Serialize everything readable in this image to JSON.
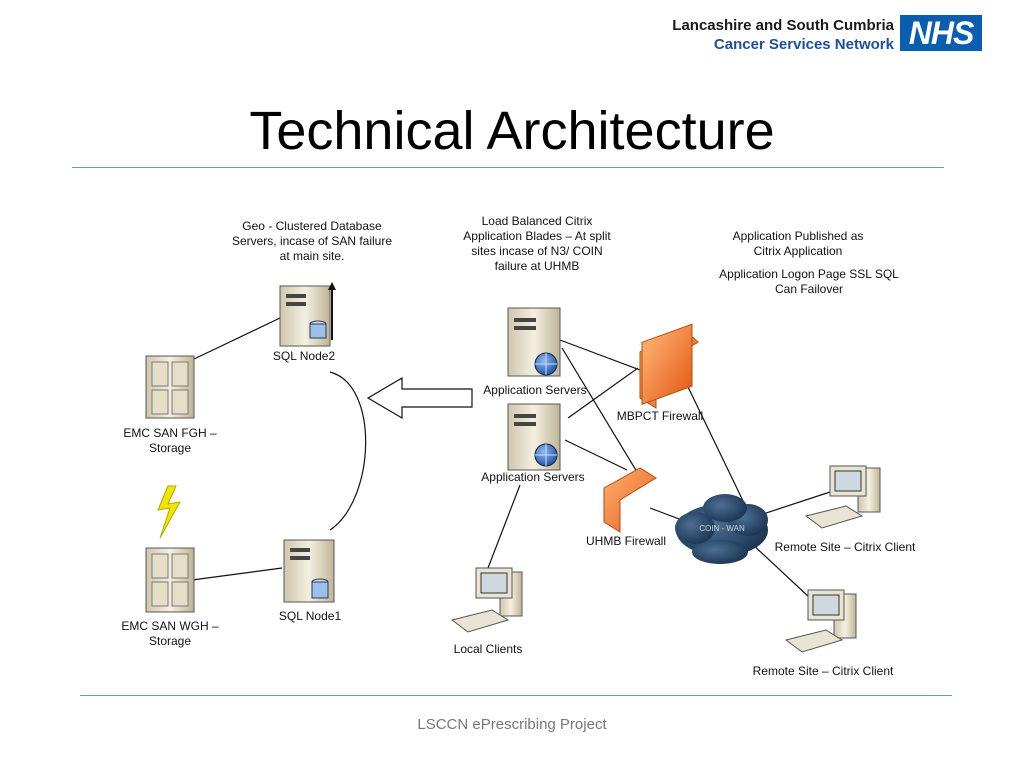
{
  "header": {
    "org_line1": "Lancashire and South Cumbria",
    "org_line2": "Cancer Services Network",
    "nhs_logo": "NHS"
  },
  "title": "Technical Architecture",
  "footer": "LSCCN ePrescribing Project",
  "notes": {
    "geo_cluster": "Geo - Clustered Database Servers, incase of SAN failure at main site.",
    "citrix_blades": "Load Balanced Citrix Application Blades – At split sites incase of N3/ COIN failure at UHMB",
    "published": "Application Published as Citrix Application",
    "logon": "Application Logon Page SSL SQL Can Failover"
  },
  "nodes": {
    "sql_node2": "SQL Node2",
    "sql_node1": "SQL Node1",
    "emc_fgh": "EMC SAN FGH – Storage",
    "emc_wgh": "EMC SAN WGH – Storage",
    "app_servers_top": "Application Servers",
    "app_servers_bottom": "Application Servers",
    "mbpct_firewall": "MBPCT Firewall",
    "uhmb_firewall": "UHMB Firewall",
    "coin_wan": "COIN - WAN",
    "remote_site_1": "Remote Site – Citrix Client",
    "remote_site_2": "Remote Site – Citrix Client",
    "local_clients": "Local Clients"
  },
  "colors": {
    "nhs_blue": "#0a5eb0",
    "network_blue": "#1f4e9c",
    "rule": "#6e98c0",
    "firewall": "#f07a30",
    "cloud": "#1d3a5a",
    "lightning": "#f2e600"
  }
}
